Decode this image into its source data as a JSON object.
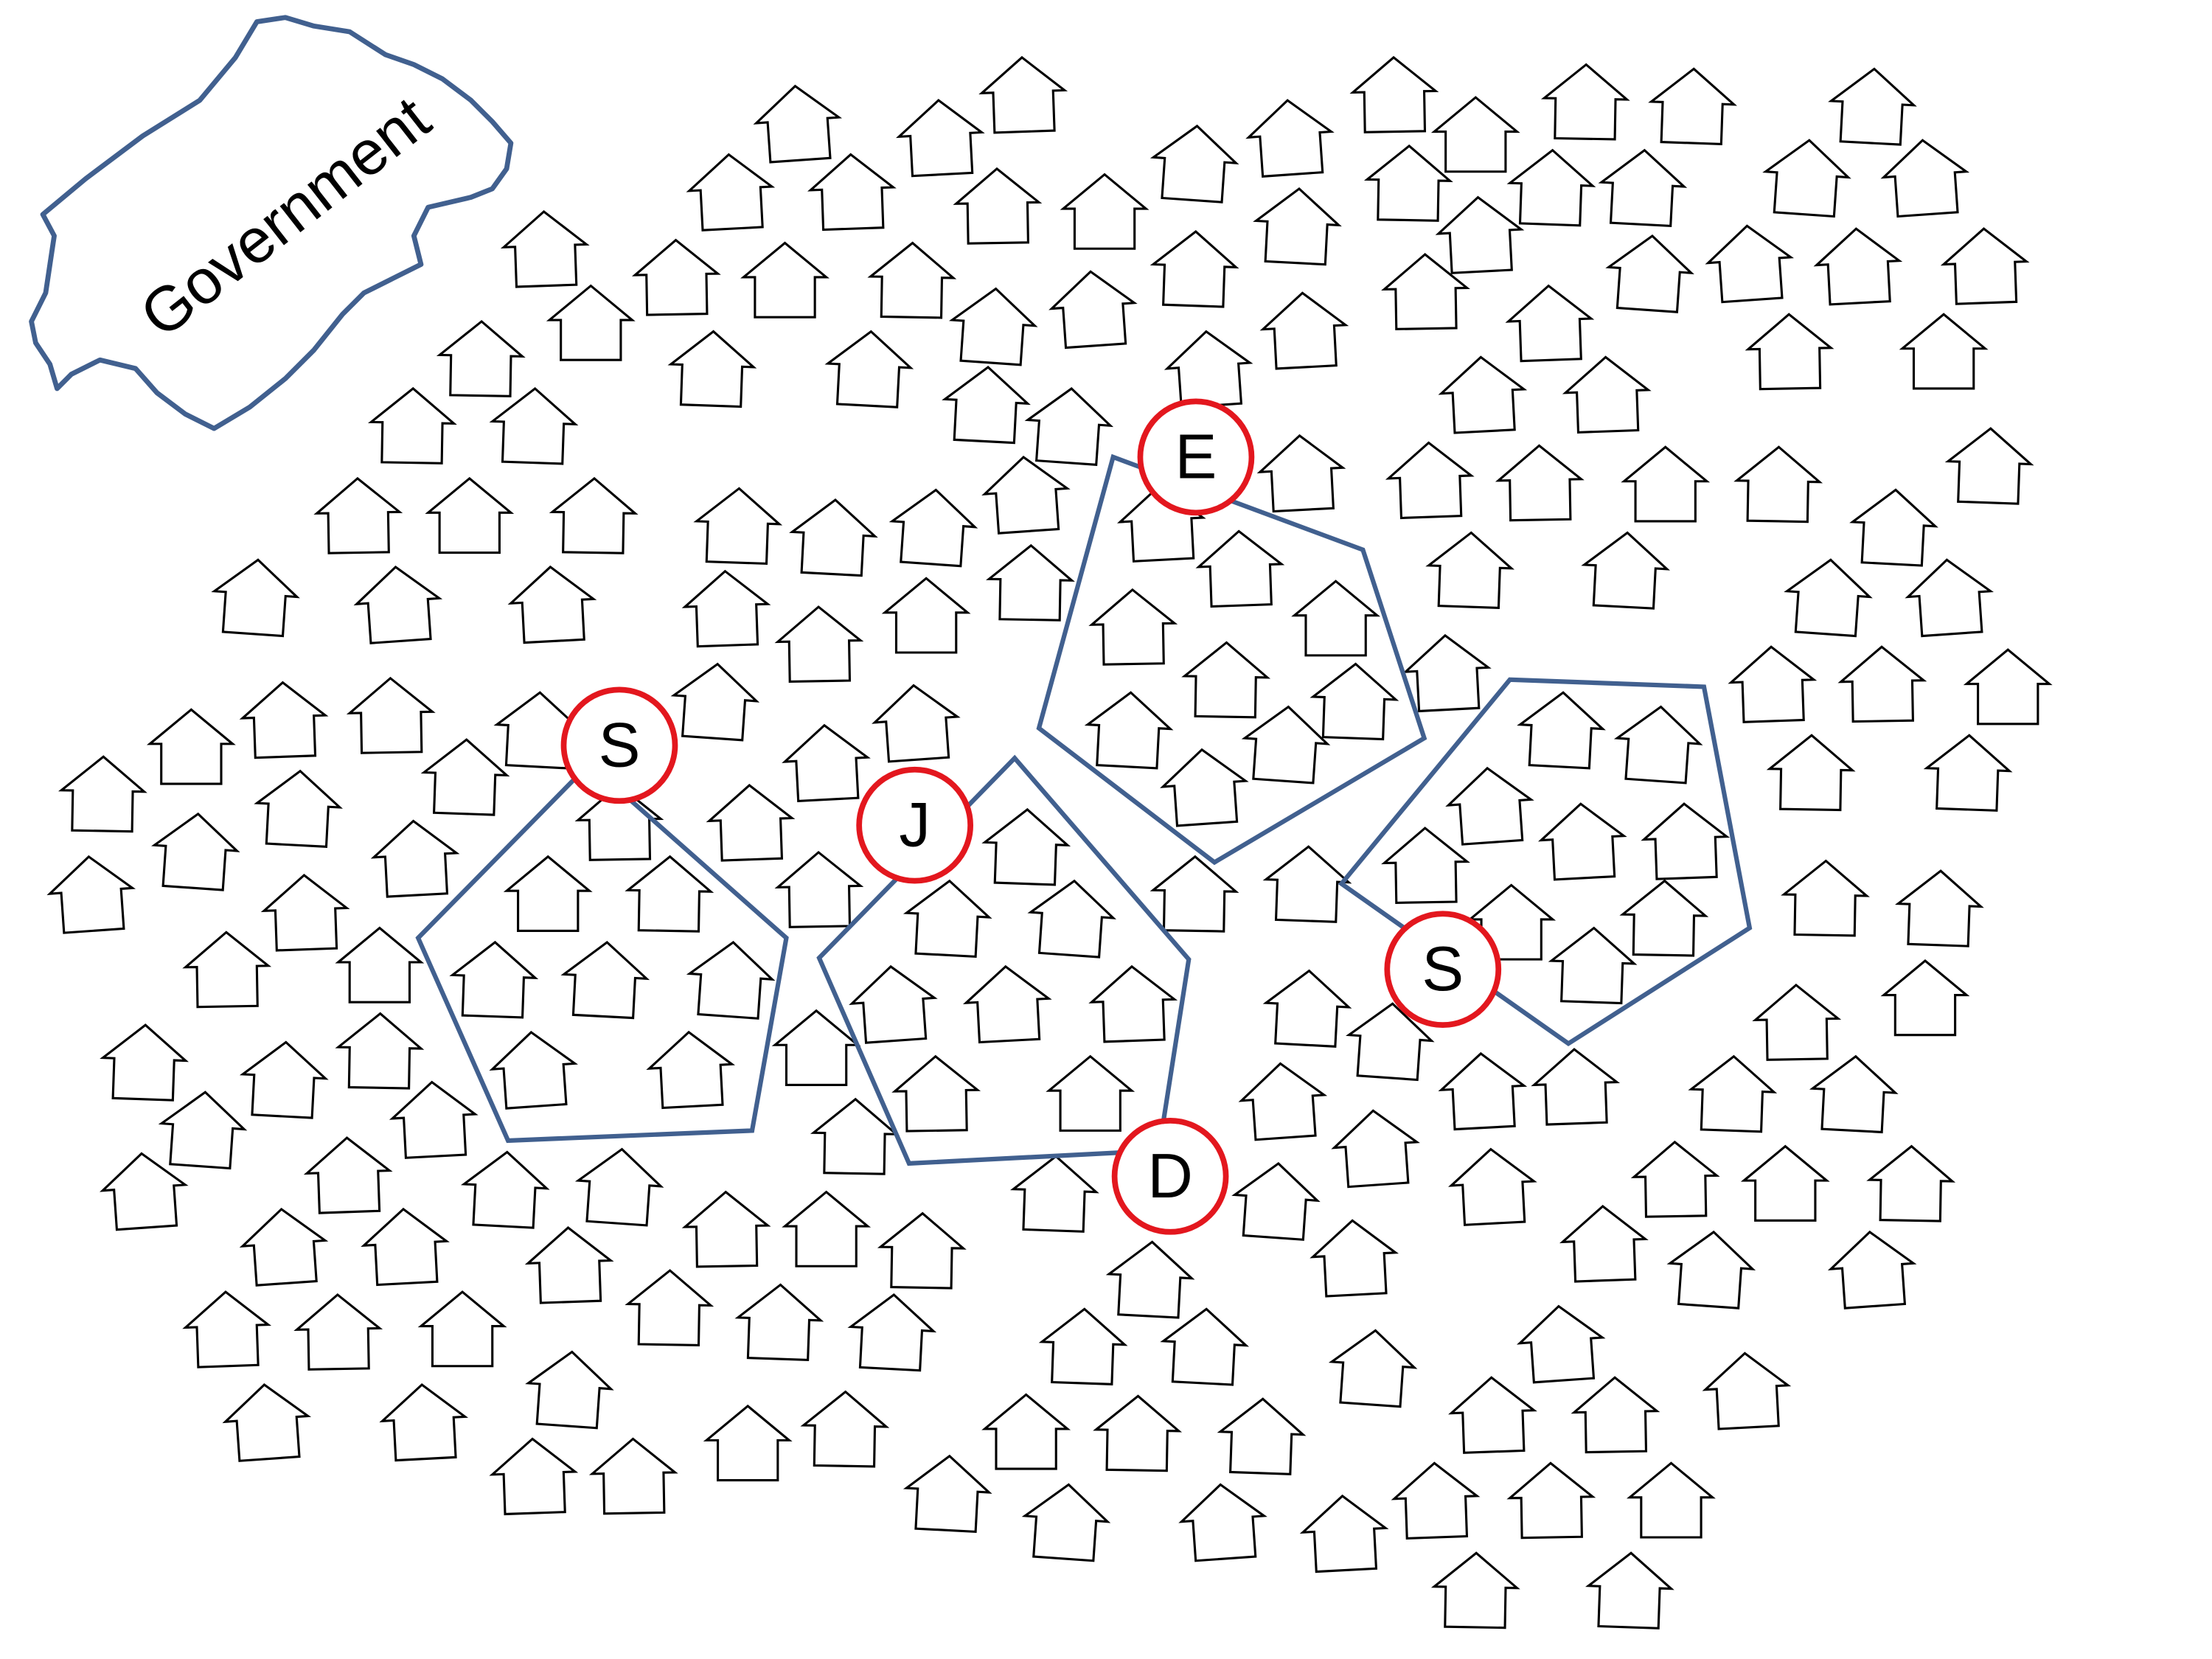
{
  "government": {
    "label": "Government"
  },
  "markers": [
    {
      "id": "E",
      "label": "E"
    },
    {
      "id": "S1",
      "label": "S"
    },
    {
      "id": "J",
      "label": "J"
    },
    {
      "id": "S2",
      "label": "S"
    },
    {
      "id": "D",
      "label": "D"
    }
  ],
  "colors": {
    "zone_outline": "#41608f",
    "marker_outline": "#e3171e",
    "house_outline": "#000000"
  }
}
